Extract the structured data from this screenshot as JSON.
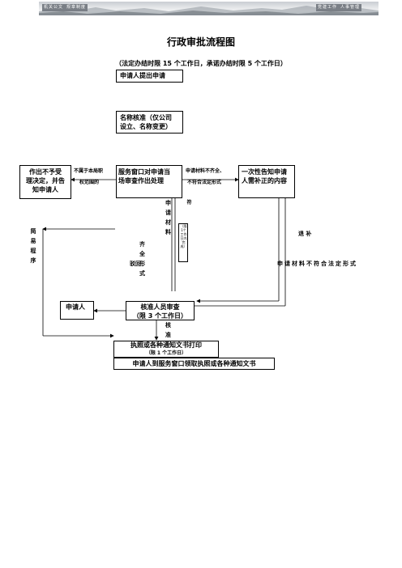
{
  "header": {
    "tag_left_1": "机关公文",
    "tag_left_2": "规章制度",
    "tag_right_1": "党建工作",
    "tag_right_2": "人事管理"
  },
  "title": "行政审批流程图",
  "subtitle": "（法定办结时限 15 个工作日，承诺办结时限 5 个工作日）",
  "nodes": {
    "apply": "申请人提出申请",
    "name_check_1": "名称核准（仅公司",
    "name_check_2": "设立、名称变更）",
    "reject_1": "作出不予受",
    "reject_2": "理决定，并告",
    "reject_3": "知申请人",
    "window_1": "服务窗口对申请当",
    "window_2": "场审查作出处理",
    "notify_1": "一次性告知申请",
    "notify_2": "人需补正的内容",
    "applicant": "申请人",
    "review_1": "核准人员审查",
    "review_2": "（限 3 个工作日）",
    "print_1": "执照或各种通知文书打印",
    "print_2": "（限 1 个工作日）",
    "collect": "申请人到服务窗口领取执照或各种通知文书"
  },
  "labels": {
    "not_scope_1": "不属于本局职",
    "not_scope_2": "权范围的",
    "incomplete_1": "申请材料不齐全、",
    "incomplete_2": "不符合法定形式",
    "simple": "简易程序",
    "complete_left": "申请材料",
    "complete_right": "齐全形式",
    "form_word": "符",
    "bracket_note": "（限1个工作日内完成）",
    "reject_back": "驳回",
    "return_supplement": "退  补",
    "not_legal_form": "申请材料不符合法定形式",
    "approve": "核准"
  }
}
